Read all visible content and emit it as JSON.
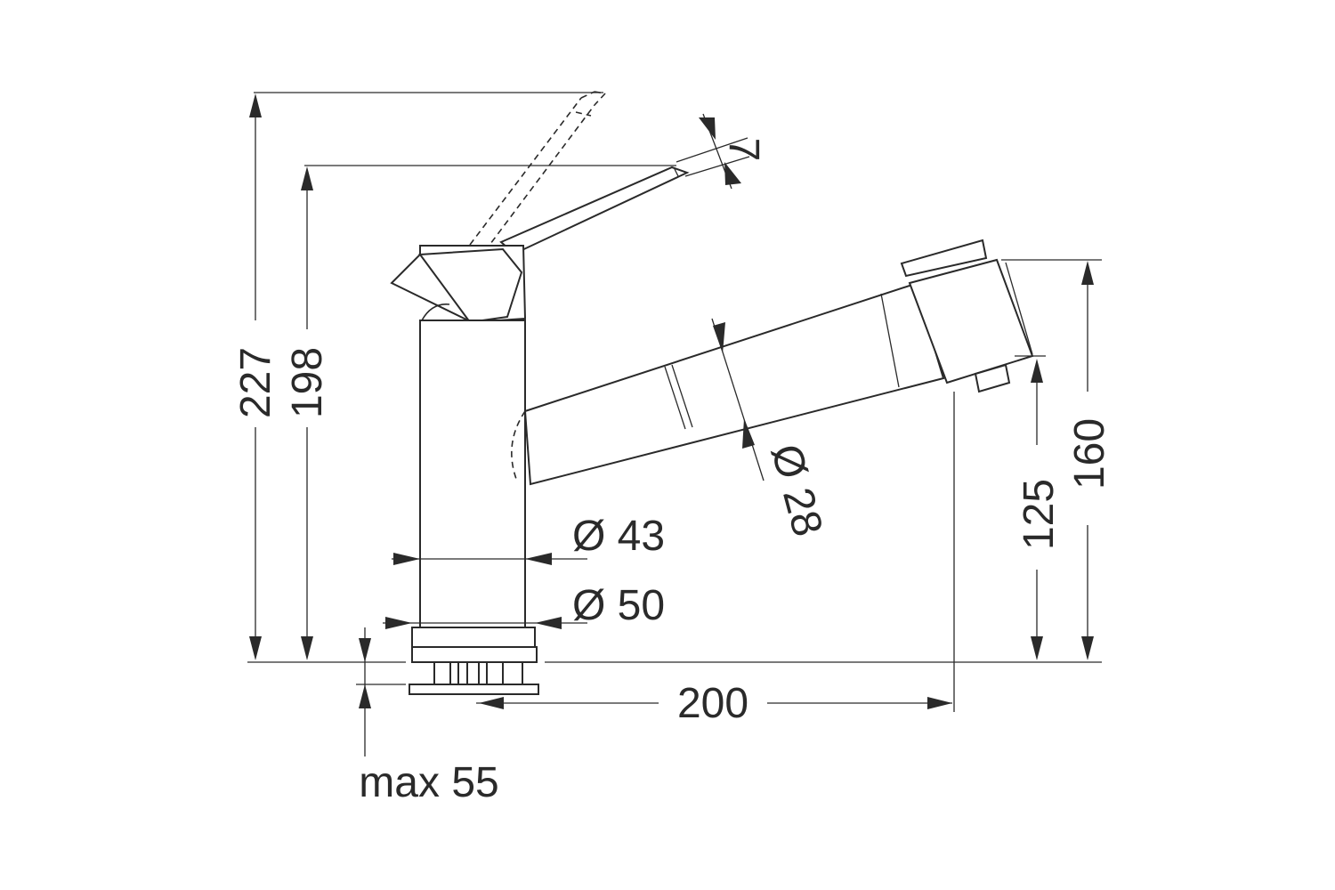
{
  "diagram": {
    "stroke_color": "#2a2a2a",
    "background": "#ffffff",
    "dimensions": {
      "total_height": "227",
      "lever_height": "198",
      "lever_angle": "7",
      "body_diameter": "Ø 43",
      "base_diameter": "Ø 50",
      "spout_diameter": "Ø 28",
      "spout_reach": "200",
      "outlet_height_low": "125",
      "outlet_height_high": "160",
      "max_counter_thickness": "max 55"
    }
  }
}
